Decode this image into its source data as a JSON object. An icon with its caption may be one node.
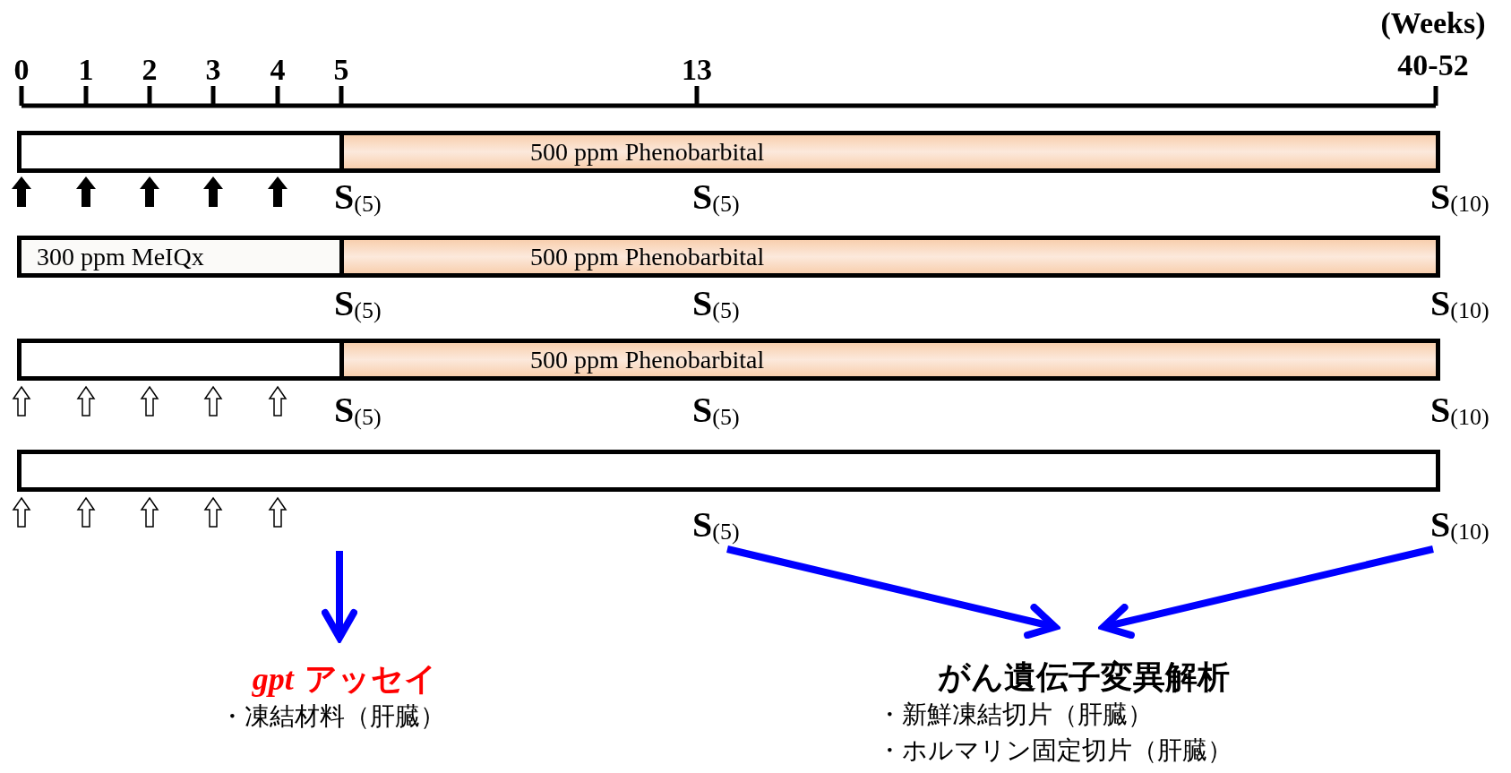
{
  "diagram": {
    "nodes": [
      {
        "text": [],
        "shape": "bar"
      },
      {
        "text": [
          "500 ppm Phenobarbital"
        ]
      },
      {
        "text": [
          "300 ppm MeIQx"
        ]
      },
      {
        "text": [
          "500 ppm Phenobarbital"
        ]
      },
      {
        "text": [],
        "shape": "bar"
      },
      {
        "text": [
          "500 ppm Phenobarbital"
        ]
      },
      {
        "text": [],
        "shape": "bar"
      },
      {
        "text": [
          "**S**$_{(5)}$"
        ]
      },
      {
        "text": [
          "**S**$_{(10)}$"
        ]
      },
      {
        "text": [
          "*gpt* アッセイ",
          "・凍結材料（肝臓）"
        ]
      },
      {
        "text": [
          "がん遺伝子変異解析",
          "・新鮮凍結切片（肝臓）",
          "・ホルマリン固定切片（肝臓）"
        ]
      }
    ],
    "edges": [
      {
        "from": null,
        "to": 9,
        "arrow": "to",
        "color": "#0000ff"
      },
      {
        "from": 7,
        "to": 10,
        "arrow": "to",
        "color": "#0000ff"
      },
      {
        "from": 8,
        "to": 10,
        "arrow": "to",
        "color": "#0000ff"
      }
    ],
    "labels": [
      "(Weeks)",
      "0",
      "1",
      "2",
      "3",
      "4",
      "5",
      "13",
      "40-52",
      "**S**$_{(5)}$",
      "**S**$_{(5)}$",
      "**S**$_{(10)}$",
      "**S**$_{(5)}$",
      "**S**$_{(5)}$",
      "**S**$_{(10)}$",
      "**S**$_{(5)}$",
      "**S**$_{(5)}$",
      "**S**$_{(10)}$"
    ]
  }
}
